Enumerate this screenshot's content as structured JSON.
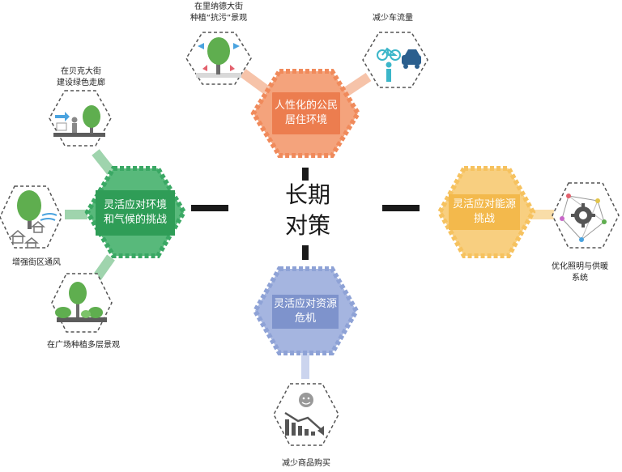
{
  "center": {
    "line1": "长期",
    "line2": "对策"
  },
  "strategies": {
    "top": {
      "text": "人性化的公民\n居住环境",
      "color": "#f08a5b"
    },
    "left": {
      "text": "灵活应对环境\n和气候的挑战",
      "color": "#3aa864"
    },
    "right": {
      "text": "灵活应对能源\n挑战",
      "color": "#f6c25f"
    },
    "bottom": {
      "text": "灵活应对资源\n危机",
      "color": "#8ea2d6"
    }
  },
  "measures": {
    "rennard_street": "在里纳德大街\n种植“抗污”景观",
    "reduce_traffic": "减少车流量",
    "baker_street": "在贝克大街\n建设绿色走廊",
    "ventilation": "增强街区通风",
    "square_planting": "在广场种植多层景观",
    "lighting_heating": "优化照明与供暖\n系统",
    "reduce_goods": "减少商品购买"
  },
  "icons": {
    "rennard_street": "tree-with-arrows-icon",
    "reduce_traffic": "bicycle-car-person-icon",
    "baker_street": "pedestrian-tree-icon",
    "ventilation": "tree-houses-wind-icon",
    "square_planting": "layered-trees-icon",
    "lighting_heating": "gear-network-icon",
    "reduce_goods": "decreasing-chart-face-icon"
  }
}
